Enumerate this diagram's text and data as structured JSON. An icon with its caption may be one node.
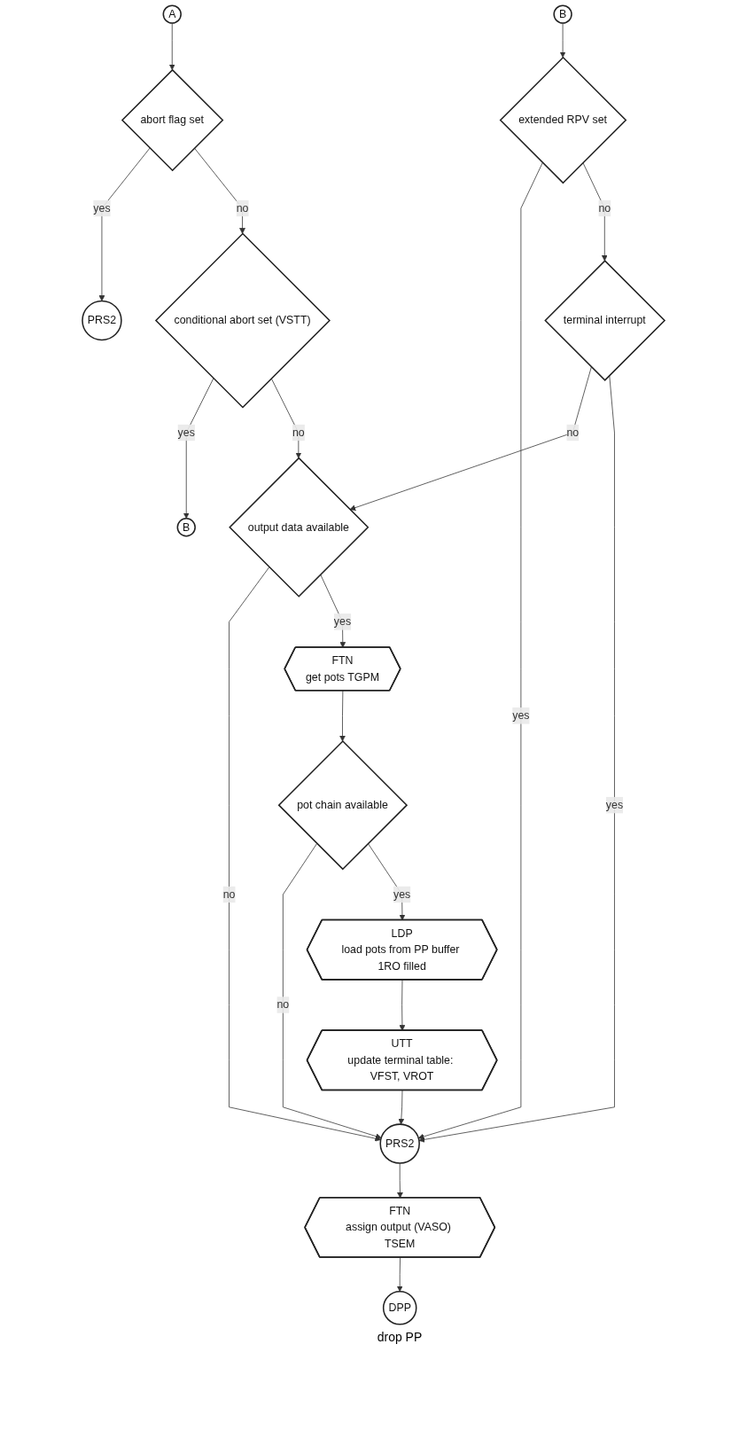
{
  "diagram": {
    "nodes": [
      {
        "text": [
          "A"
        ]
      },
      {
        "text": [
          "abort flag set"
        ]
      },
      {
        "text": [
          "PRS2"
        ]
      },
      {
        "text": [
          "conditional abort set (VSTT)"
        ]
      },
      {
        "text": [
          "B"
        ]
      },
      {
        "text": [
          "output data available"
        ]
      },
      {
        "text": [
          "FTN",
          "get pots TGPM"
        ]
      },
      {
        "text": [
          "pot chain available"
        ]
      },
      {
        "text": [
          "LDP",
          "load pots from PP buffer 1RO filled"
        ]
      },
      {
        "text": [
          "UTT",
          "update terminal table: VFST, VROT"
        ]
      },
      {
        "text": [
          "B"
        ]
      },
      {
        "text": [
          "extended RPV set"
        ]
      },
      {
        "text": [
          "terminal interrupt"
        ]
      },
      {
        "text": [
          "PRS2"
        ]
      },
      {
        "text": [
          "FTN",
          "assign output (VASO) TSEM"
        ]
      },
      {
        "text": [
          "DPP"
        ],
        "beside": [
          "drop PP"
        ]
      }
    ],
    "edges": [
      {
        "from": 0,
        "to": 1,
        "arrow": "to"
      },
      {
        "from": 1,
        "to": 2,
        "arrow": "to",
        "label": "yes"
      },
      {
        "from": 1,
        "to": 3,
        "arrow": "to",
        "label": "no"
      },
      {
        "from": 3,
        "to": 4,
        "arrow": "to",
        "label": "yes"
      },
      {
        "from": 3,
        "to": 5,
        "arrow": "to",
        "label": "no"
      },
      {
        "from": 10,
        "to": 11,
        "arrow": "to"
      },
      {
        "from": 11,
        "to": 13,
        "arrow": "to",
        "label": "yes"
      },
      {
        "from": 11,
        "to": 12,
        "arrow": "to",
        "label": "no"
      },
      {
        "from": 12,
        "to": 5,
        "arrow": "to",
        "label": "no"
      },
      {
        "from": 12,
        "to": 13,
        "arrow": "to",
        "label": "yes"
      },
      {
        "from": 5,
        "to": 13,
        "arrow": "to",
        "label": "no"
      },
      {
        "from": 5,
        "to": 6,
        "arrow": "to",
        "label": "yes"
      },
      {
        "from": 6,
        "to": 7,
        "arrow": "to"
      },
      {
        "from": 7,
        "to": 13,
        "arrow": "to",
        "label": "no"
      },
      {
        "from": 7,
        "to": 8,
        "arrow": "to",
        "label": "yes"
      },
      {
        "from": 8,
        "to": 9,
        "arrow": "to"
      },
      {
        "from": 9,
        "to": 13,
        "arrow": "to"
      },
      {
        "from": 13,
        "to": 14,
        "arrow": "to"
      },
      {
        "from": 14,
        "to": 15,
        "arrow": "to"
      }
    ]
  }
}
